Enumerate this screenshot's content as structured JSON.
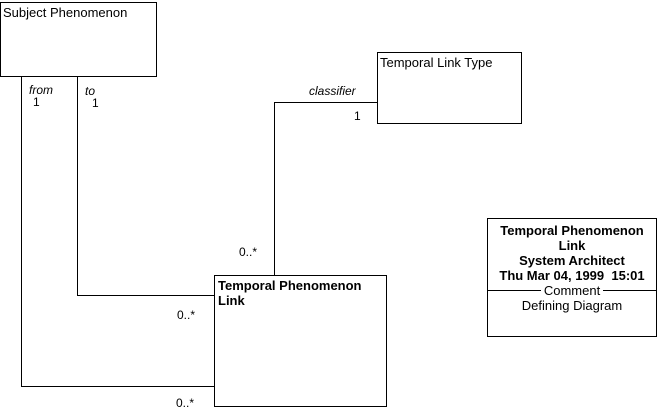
{
  "diagram": {
    "background_color": "#ffffff",
    "line_color": "#000000",
    "classes": [
      {
        "id": "subject-phenomenon",
        "title": "Subject Phenomenon"
      },
      {
        "id": "temporal-link-type",
        "title": "Temporal Link Type"
      },
      {
        "id": "temporal-phenomenon-link",
        "title": "Temporal Phenomenon Link"
      }
    ],
    "associations": [
      {
        "id": "from",
        "role_label": "from",
        "source_multiplicity": "1",
        "target_multiplicity": "0..*"
      },
      {
        "id": "to",
        "role_label": "to",
        "source_multiplicity": "1",
        "target_multiplicity": "0..*"
      },
      {
        "id": "classifier",
        "role_label": "classifier",
        "source_multiplicity": "1",
        "target_multiplicity": "0..*"
      }
    ],
    "comment": {
      "title_line1": "Temporal Phenomenon",
      "title_line2": "Link",
      "author": "System Architect",
      "timestamp": "Thu Mar 04, 1999  15:01",
      "divider_label": "Comment",
      "body": "Defining Diagram"
    }
  }
}
